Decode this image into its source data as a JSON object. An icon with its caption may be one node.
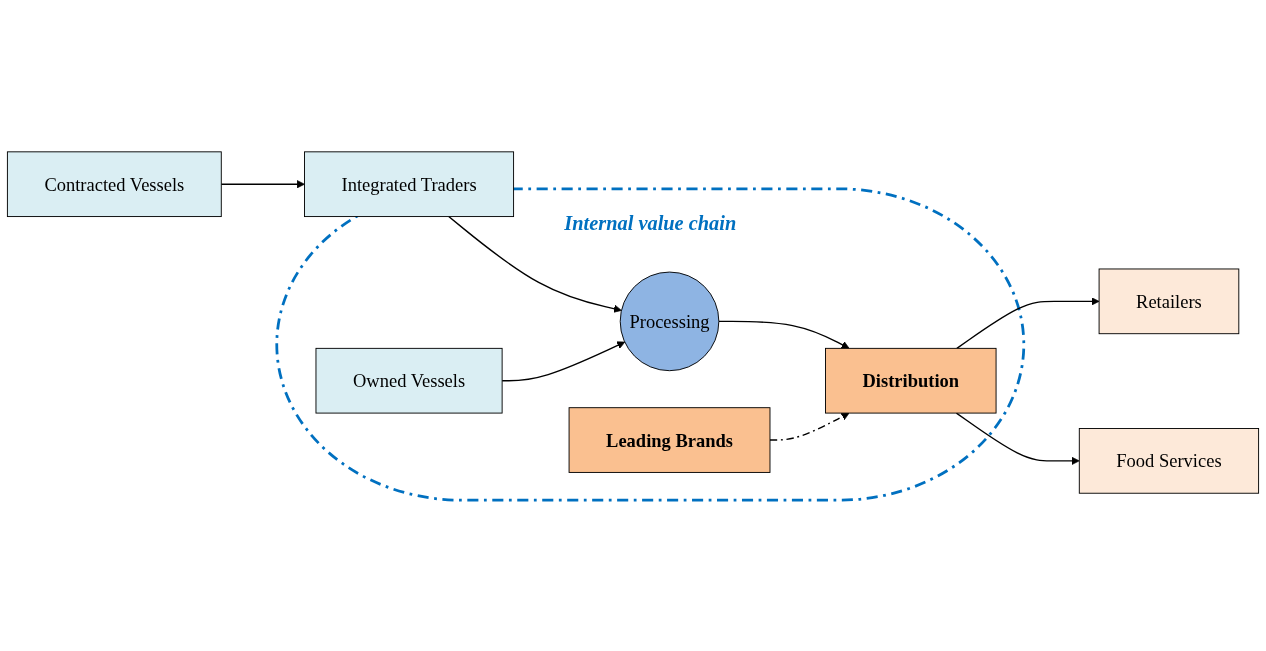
{
  "diagram": {
    "nodes": [
      {
        "text": [
          "Internal value chain"
        ]
      },
      {
        "text": [
          "Contracted Vessels"
        ]
      },
      {
        "text": [
          "Integrated Traders"
        ]
      },
      {
        "text": [
          "Owned Vessels"
        ],
        "in": 0
      },
      {
        "text": [
          "Processing"
        ],
        "in": 0
      },
      {
        "text": [
          "Leading Brands"
        ],
        "in": 0
      },
      {
        "text": [
          "Distribution"
        ],
        "in": 0
      },
      {
        "text": [
          "Retailers"
        ]
      },
      {
        "text": [
          "Food Services"
        ]
      }
    ],
    "edges": [
      {
        "from": 1,
        "to": 2,
        "arrow": "to"
      },
      {
        "from": 2,
        "to": 4,
        "arrow": "to"
      },
      {
        "from": 3,
        "to": 4,
        "arrow": "to"
      },
      {
        "from": 4,
        "to": 6,
        "arrow": "to"
      },
      {
        "from": 5,
        "to": 6,
        "arrow": "to",
        "style": "dashed"
      },
      {
        "from": 6,
        "to": 7,
        "arrow": "to"
      },
      {
        "from": 6,
        "to": 8,
        "arrow": "to"
      }
    ]
  }
}
